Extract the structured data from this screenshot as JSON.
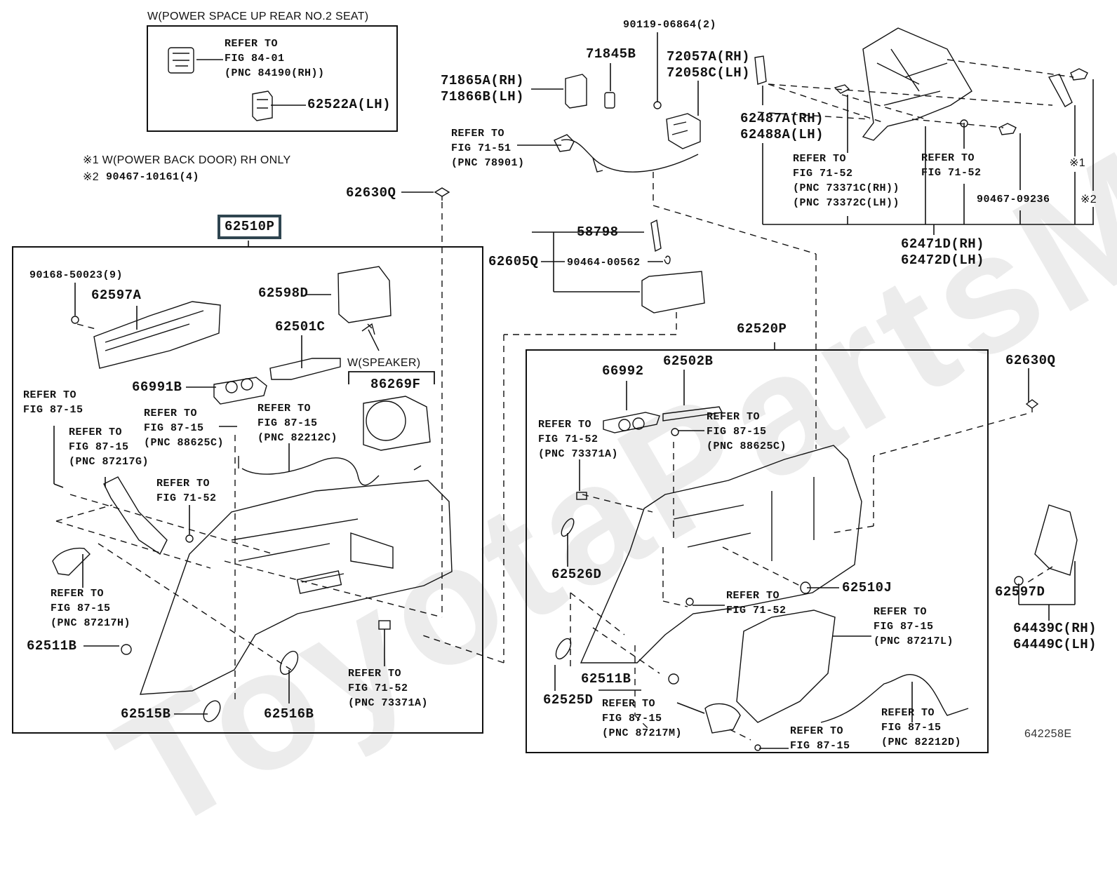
{
  "watermark": "ToyotaPartsMall",
  "figure_number": "642258E",
  "callouts": {
    "w_power_space_up": "W(POWER SPACE UP REAR NO.2 SEAT)",
    "ref_fig_84_01": "REFER TO\nFIG 84-01\n(PNC 84190(RH))",
    "p62522a": "62522A(LH)",
    "note1": "※1 W(POWER BACK DOOR) RH ONLY",
    "note2_prefix": "※2",
    "note2_part": "90467-10161(4)",
    "p90119": "90119-06864(2)",
    "p71845b": "71845B",
    "p71865": "71865A(RH)\n71866B(LH)",
    "p72057": "72057A(RH)\n72058C(LH)",
    "ref_fig_71_51": "REFER TO\nFIG 71-51\n(PNC 78901)",
    "p62487": "62487A(RH)\n62488A(LH)",
    "ref_73371c": "REFER TO\nFIG 71-52\n(PNC 73371C(RH))\n(PNC 73372C(LH))",
    "ref_71_52_top": "REFER TO\nFIG 71-52",
    "p90467_09236": "90467-09236",
    "mark1": "※1",
    "mark2": "※2",
    "p62471": "62471D(RH)\n62472D(LH)",
    "p62630q_top": "62630Q",
    "p62510p": "62510P",
    "p58798": "58798",
    "p62605q": "62605Q",
    "p90464": "90464-00562",
    "p90168": "90168-50023(9)",
    "p62597a": "62597A",
    "p62598d": "62598D",
    "p62501c": "62501C",
    "p66991b": "66991B",
    "w_speaker": "W(SPEAKER)",
    "p86269f": "86269F",
    "ref_87_15_a": "REFER TO\nFIG 87-15",
    "ref_87217g": "REFER TO\nFIG 87-15\n(PNC 87217G)",
    "ref_88625c_l": "REFER TO\nFIG 87-15\n(PNC 88625C)",
    "ref_82212c": "REFER TO\nFIG 87-15\n(PNC 82212C)",
    "ref_71_52_l": "REFER TO\nFIG 71-52",
    "ref_87217h": "REFER TO\nFIG 87-15\n(PNC 87217H)",
    "p62511b_l": "62511B",
    "p62515b": "62515B",
    "p62516b": "62516B",
    "ref_73371a_l": "REFER TO\nFIG 71-52\n(PNC 73371A)",
    "p62520p": "62520P",
    "p66992": "66992",
    "p62502b": "62502B",
    "ref_73371a_r": "REFER TO\nFIG 71-52\n(PNC 73371A)",
    "ref_88625c_r": "REFER TO\nFIG 87-15\n(PNC 88625C)",
    "p62630q_right": "62630Q",
    "p62526d": "62526D",
    "p62510j": "62510J",
    "ref_71_52_r": "REFER TO\nFIG 71-52",
    "ref_87217l": "REFER TO\nFIG 87-15\n(PNC 87217L)",
    "p62511b_r": "62511B",
    "p62525d": "62525D",
    "ref_87217m": "REFER TO\nFIG 87-15\n(PNC 87217M)",
    "ref_87_15_b": "REFER TO\nFIG 87-15",
    "ref_82212d": "REFER TO\nFIG 87-15\n(PNC 82212D)",
    "p62597d": "62597D",
    "p64439c": "64439C(RH)\n64449C(LH)"
  }
}
